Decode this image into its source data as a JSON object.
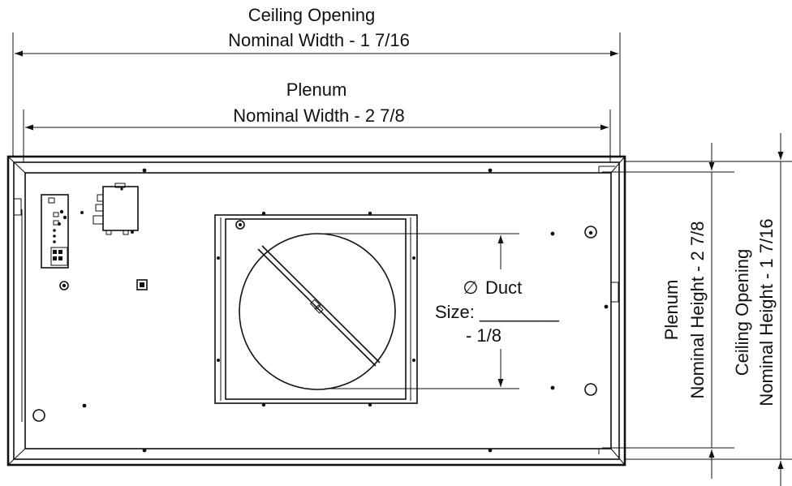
{
  "dimensions": {
    "ceiling_width": {
      "line1": "Ceiling Opening",
      "line2": "Nominal Width - 1 7/16"
    },
    "plenum_width": {
      "line1": "Plenum",
      "line2": "Nominal Width - 2 7/8"
    },
    "plenum_height": {
      "line1": "Plenum",
      "line2": "Nominal Height - 2 7/8"
    },
    "ceiling_height": {
      "line1": "Ceiling Opening",
      "line2": "Nominal Height - 1 7/16"
    }
  },
  "duct": {
    "symbol": "∅",
    "line1": "Duct",
    "line2": "Size: ________",
    "line3": "- 1/8"
  },
  "colors": {
    "line": "#111111",
    "background": "#ffffff"
  }
}
